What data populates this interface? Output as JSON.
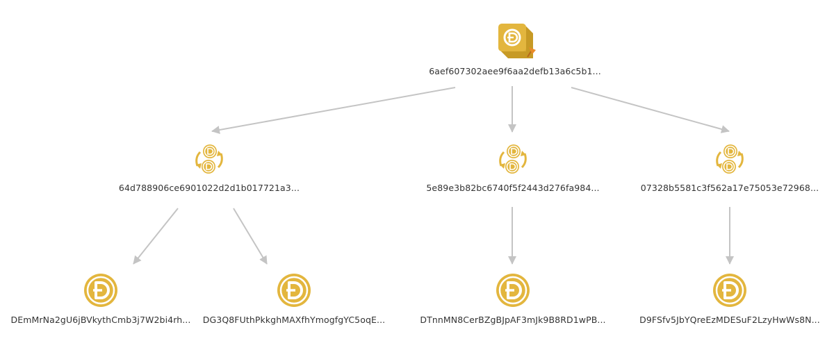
{
  "colors": {
    "gold": "#E3B63E",
    "gold_dark": "#B98F1F",
    "gold_light": "#F2D27A",
    "pin": "#E98B2A",
    "edge": "#C4C4C4",
    "text": "#333333"
  },
  "nodes": {
    "root": {
      "label": "6aef607302aee9f6aa2defb13a6c5b1...",
      "icon": "pinned-block-icon"
    },
    "tx1": {
      "label": "64d788906ce6901022d2d1b017721a3...",
      "icon": "transaction-exchange-icon"
    },
    "tx2": {
      "label": "5e89e3b82bc6740f5f2443d276fa984...",
      "icon": "transaction-exchange-icon"
    },
    "tx3": {
      "label": "07328b5581c3f562a17e75053e72968...",
      "icon": "transaction-exchange-icon"
    },
    "addr1": {
      "label": "DEmMrNa2gU6jBVkythCmb3j7W2bi4rh...",
      "icon": "dogecoin-address-icon"
    },
    "addr2": {
      "label": "DG3Q8FUthPkkghMAXfhYmogfgYC5oqE...",
      "icon": "dogecoin-address-icon"
    },
    "addr3": {
      "label": "DTnnMN8CerBZgBJpAF3mJk9B8RD1wPB...",
      "icon": "dogecoin-address-icon"
    },
    "addr4": {
      "label": "D9FSfv5JbYQreEzMDESuF2LzyHwWs8N...",
      "icon": "dogecoin-address-icon"
    }
  },
  "edges": [
    {
      "from": "root",
      "to": "tx1"
    },
    {
      "from": "root",
      "to": "tx2"
    },
    {
      "from": "root",
      "to": "tx3"
    },
    {
      "from": "tx1",
      "to": "addr1"
    },
    {
      "from": "tx1",
      "to": "addr2"
    },
    {
      "from": "tx2",
      "to": "addr3"
    },
    {
      "from": "tx3",
      "to": "addr4"
    }
  ]
}
